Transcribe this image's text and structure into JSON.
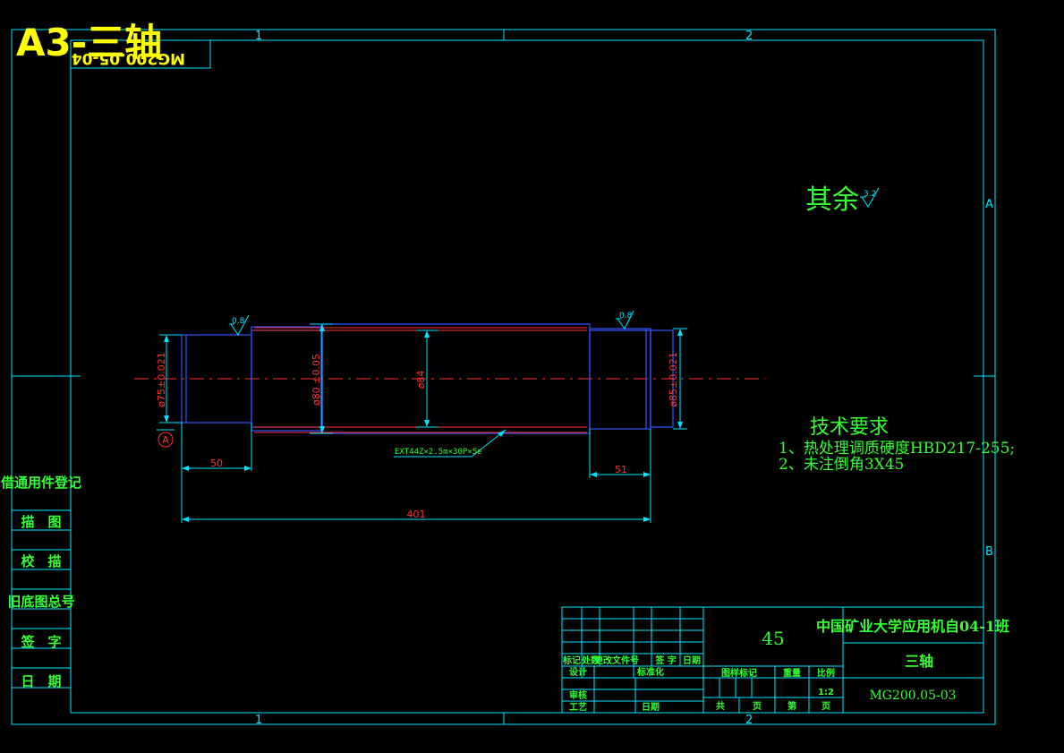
{
  "header": {
    "sheet_label": "A3-三轴",
    "mirrored_code": "MG200.05-04"
  },
  "frame": {
    "zone_top_1": "1",
    "zone_top_2": "2",
    "zone_bottom_1": "1",
    "zone_bottom_2": "2",
    "zone_right_a": "A",
    "zone_right_b": "B"
  },
  "left_block": {
    "title": "借通用件登记",
    "rows": [
      "描　图",
      "校　描",
      "旧底图总号",
      "签　字",
      "日　期"
    ]
  },
  "surface_finish": {
    "rest_label": "其余",
    "rest_value": "3.2",
    "mark_left": "0.8",
    "mark_right": "0.8"
  },
  "dimensions": {
    "d_left": "ø75±0.021",
    "d_mid1": "ø80  ±0.05",
    "d_mid2": "ø84",
    "d_right": "ø85±0.021",
    "len_left": "50",
    "len_right": "51",
    "len_total": "401",
    "spline_note": "EXT44Z×2.5m×30P×5e",
    "datum": "A"
  },
  "tech_req": {
    "title": "技术要求",
    "items": [
      "1、热处理调质硬度HBD217-255;",
      "2、未注倒角3X45"
    ]
  },
  "title_block": {
    "material": "45",
    "school": "中国矿业大学应用机自04-1班",
    "part_name": "三轴",
    "drawing_no": "MG200.05-03",
    "rev_headers": [
      "标记",
      "处数",
      "更改文件号",
      "签 字",
      "日期"
    ],
    "row_design": [
      "设计",
      "",
      "标准化"
    ],
    "row_review": "审核",
    "row_process": [
      "工艺",
      "日期"
    ],
    "stage_headers": [
      "图样标记",
      "重量",
      "比例"
    ],
    "scale": "1:2",
    "sheet_info": [
      "共",
      "页",
      "第",
      "页"
    ]
  }
}
